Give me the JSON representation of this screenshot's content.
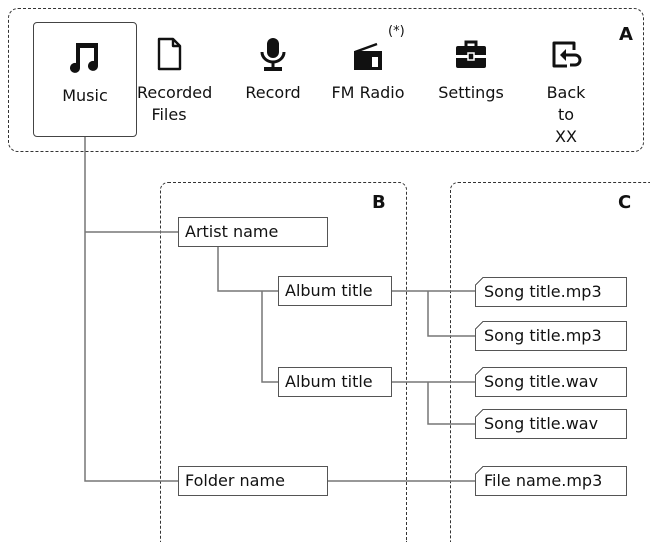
{
  "regions": {
    "a": "A",
    "b": "B",
    "c": "C"
  },
  "menu": {
    "items": [
      {
        "label": "Music",
        "icon": "music-note-icon"
      },
      {
        "label": "Recorded Files",
        "icon": "document-icon"
      },
      {
        "label": "Record",
        "icon": "microphone-icon"
      },
      {
        "label": "FM Radio",
        "icon": "radio-icon"
      },
      {
        "label": "Settings",
        "icon": "toolbox-icon"
      },
      {
        "label": "Back to XX",
        "icon": "back-icon"
      }
    ],
    "fm_note": "(*)"
  },
  "tree": {
    "artist": "Artist name",
    "album_1": "Album title",
    "album_2": "Album title",
    "folder": "Folder name",
    "songs": [
      "Song title.mp3",
      "Song title.mp3",
      "Song title.wav",
      "Song title.wav"
    ],
    "file": "File name.mp3"
  }
}
